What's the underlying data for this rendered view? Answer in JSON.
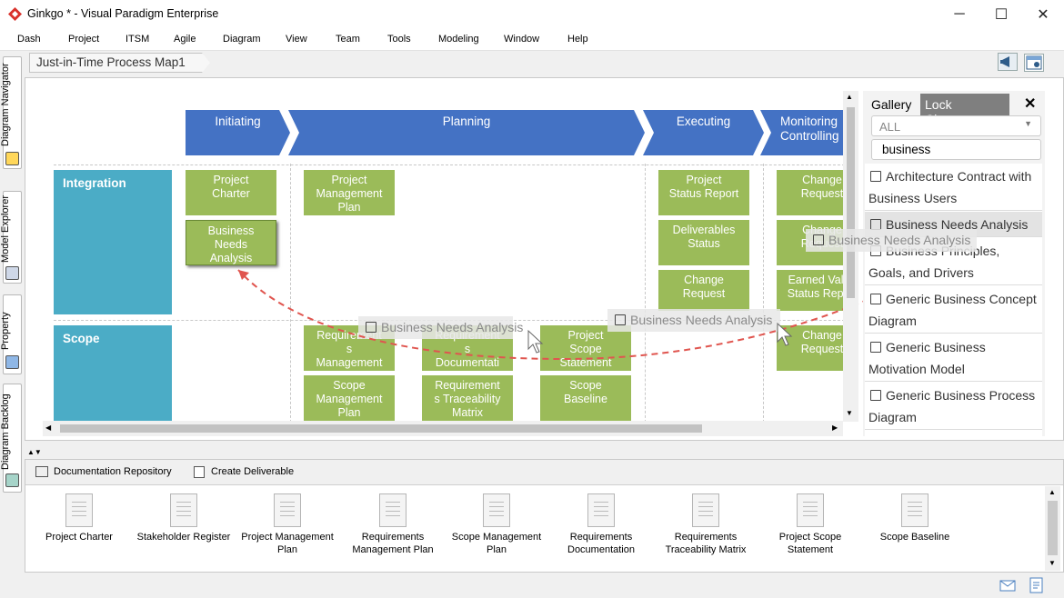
{
  "window": {
    "title": "Ginkgo * - Visual Paradigm Enterprise",
    "minimize": "─",
    "maximize": "☐",
    "close": "✕"
  },
  "menu": [
    "Dash",
    "Project",
    "ITSM",
    "Agile",
    "Diagram",
    "View",
    "Team",
    "Tools",
    "Modeling",
    "Window",
    "Help"
  ],
  "left_tabs": [
    "Diagram Navigator",
    "Model Explorer",
    "Property",
    "Diagram Backlog"
  ],
  "breadcrumb": "Just-in-Time Process Map1",
  "diagram": {
    "phases": [
      "Initiating",
      "Planning",
      "Executing",
      "Monitoring\nControlling"
    ],
    "lanes": [
      "Integration",
      "Scope"
    ],
    "tasks": [
      "Project\nCharter",
      "Business\nNeeds\nAnalysis",
      "Project\nManagement\nPlan",
      "Project\nStatus Report",
      "Deliverables\nStatus",
      "Change\nRequest",
      "Change\nRequest",
      "Change\nRequest",
      "Earned Value\nStatus Report",
      "Requirement\ns\nManagement",
      "Requirement\ns\nDocumentati",
      "Project\nScope\nStatement",
      "Scope\nManagement\nPlan",
      "Requirement\ns Traceability\nMatrix",
      "Scope\nBaseline",
      "Change\nRequest"
    ],
    "ghost_label": "Business Needs Analysis"
  },
  "gallery": {
    "tab": "Gallery",
    "lock_tab": "Lock Changes",
    "close": "✕",
    "filter": "ALL",
    "search": "business",
    "items": [
      "Architecture Contract with Business Users",
      "Business Needs Analysis",
      "Business Principles, Goals, and Drivers",
      "Generic Business Concept Diagram",
      "Generic Business Motivation Model",
      "Generic Business Process Diagram"
    ]
  },
  "bottom_panel": {
    "doc_repo": "Documentation Repository",
    "create": "Create Deliverable",
    "docs": [
      "Project Charter",
      "Stakeholder Register",
      "Project Management Plan",
      "Requirements Management Plan",
      "Scope Management Plan",
      "Requirements Documentation",
      "Requirements Traceability Matrix",
      "Project Scope Statement",
      "Scope Baseline"
    ]
  },
  "colors": {
    "phase": "#4472c4",
    "lane": "#4bacc6",
    "task": "#9bbb59",
    "drag_path": "#e0554f"
  }
}
